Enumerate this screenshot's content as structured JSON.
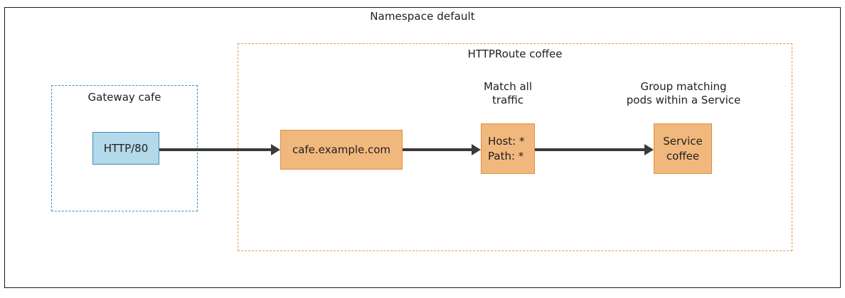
{
  "namespace": {
    "title": "Namespace default"
  },
  "gateway": {
    "title": "Gateway cafe",
    "listener": "HTTP/80"
  },
  "httproute": {
    "title": "HTTPRoute coffee",
    "hostname": "cafe.example.com",
    "match": {
      "note_line1": "Match all",
      "note_line2": "traffic",
      "host": "Host: *",
      "path": "Path: *"
    },
    "backend": {
      "note_line1": "Group matching",
      "note_line2": "pods within a Service",
      "kind": "Service",
      "name": "coffee"
    }
  },
  "colors": {
    "namespace_border": "#1a1a1a",
    "httproute_border": "#e09a52",
    "gateway_border": "#3a93c4",
    "listener_fill": "#b4d9ea",
    "listener_border": "#3a8cb4",
    "node_fill": "#f1b87e",
    "node_border": "#e08c3c",
    "arrow": "#3a3a3a",
    "text": "#20201f",
    "background": "#ffffff"
  }
}
